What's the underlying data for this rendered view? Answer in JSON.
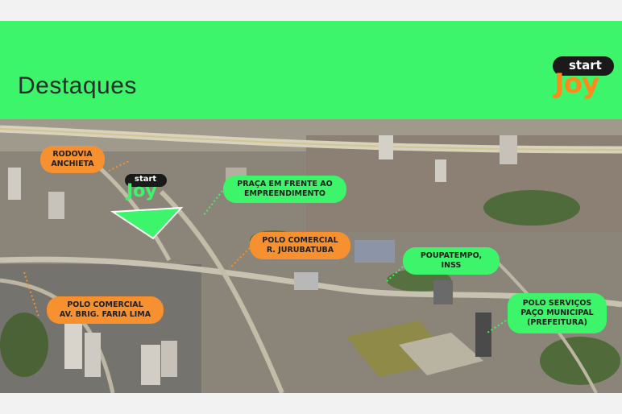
{
  "slide": {
    "title": "Destaques",
    "logo": {
      "top": "start",
      "bottom": "Joy"
    },
    "site_logo": {
      "top": "start",
      "bottom": "Joy"
    }
  },
  "labels": {
    "rodovia": "RODOVIA\nANCHIETA",
    "praca": "PRAÇA EM FRENTE AO\nEMPREENDIMENTO",
    "polo_jurubatuba": "POLO COMERCIAL\nR. JURUBATUBA",
    "poupatempo": "POUPATEMPO,\nINSS",
    "polo_faria_lima": "POLO COMERCIAL\nAV. BRIG. FARIA LIMA",
    "polo_servicos": "POLO SERVIÇOS\nPAÇO MUNICIPAL\n(PREFEITURA)"
  },
  "colors": {
    "brand_green": "#3df56b",
    "brand_orange": "#f7902f",
    "logo_dark": "#1a1a1a"
  }
}
